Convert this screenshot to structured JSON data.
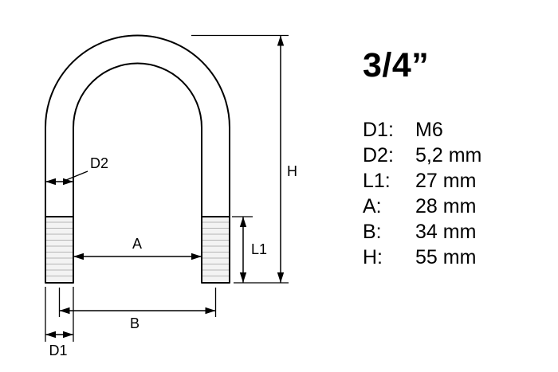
{
  "title": "3/4”",
  "specs": [
    {
      "label": "D1:",
      "value": "M6"
    },
    {
      "label": "D2:",
      "value": "5,2 mm"
    },
    {
      "label": "L1:",
      "value": "27 mm"
    },
    {
      "label": "A:",
      "value": "28 mm"
    },
    {
      "label": "B:",
      "value": "34 mm"
    },
    {
      "label": "H:",
      "value": "55 mm"
    }
  ],
  "drawing": {
    "labels": {
      "d2": "D2",
      "a": "A",
      "b": "B",
      "d1": "D1",
      "l1": "L1",
      "h": "H"
    }
  },
  "colors": {
    "line": "#000000",
    "background": "#ffffff"
  }
}
